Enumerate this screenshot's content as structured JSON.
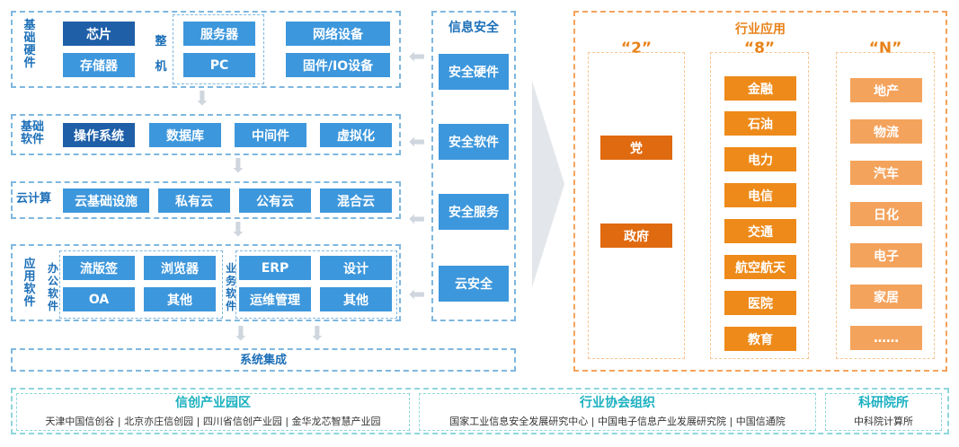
{
  "hardware": {
    "label": "基础硬件",
    "chip": "芯片",
    "storage": "存储器",
    "whole_machine": "整机",
    "server": "服务器",
    "pc": "PC",
    "network": "网络设备",
    "firmware": "固件/IO设备"
  },
  "software": {
    "label": "基础软件",
    "os": "操作系统",
    "database": "数据库",
    "middleware": "中间件",
    "virtualization": "虚拟化"
  },
  "cloud": {
    "label": "云计算",
    "infra": "云基础设施",
    "private": "私有云",
    "public": "公有云",
    "hybrid": "混合云"
  },
  "apps": {
    "label": "应用软件",
    "office_label": "办公软件",
    "office": [
      "流版签",
      "浏览器",
      "OA",
      "其他"
    ],
    "business_label": "业务软件",
    "business": [
      "ERP",
      "设计",
      "运维管理",
      "其他"
    ]
  },
  "integration": "系统集成",
  "security": {
    "title": "信息安全",
    "items": [
      "安全硬件",
      "安全软件",
      "安全服务",
      "云安全"
    ]
  },
  "industry": {
    "title": "行业应用",
    "col2": {
      "head": "“2”",
      "items": [
        "党",
        "政府"
      ]
    },
    "col8": {
      "head": "“8”",
      "items": [
        "金融",
        "石油",
        "电力",
        "电信",
        "交通",
        "航空航天",
        "医院",
        "教育"
      ]
    },
    "colN": {
      "head": "“N”",
      "items": [
        "地产",
        "物流",
        "汽车",
        "日化",
        "电子",
        "家居",
        "……"
      ]
    }
  },
  "bottom": {
    "parks": {
      "title": "信创产业园区",
      "text": "天津中国信创谷 | 北京亦庄信创园 | 四川省信创产业园 | 金华龙芯智慧产业园"
    },
    "assoc": {
      "title": "行业协会组织",
      "text": "国家工业信息安全发展研究中心 | 中国电子信息产业发展研究院 | 中国信通院"
    },
    "research": {
      "title": "科研院所",
      "text": "中科院计算所"
    }
  },
  "colors": {
    "dark_blue": "#1f5fa8",
    "blue": "#3d97dc",
    "orange": "#ee8a19",
    "peach": "#f4a35c",
    "teal": "#1ab0c0"
  }
}
